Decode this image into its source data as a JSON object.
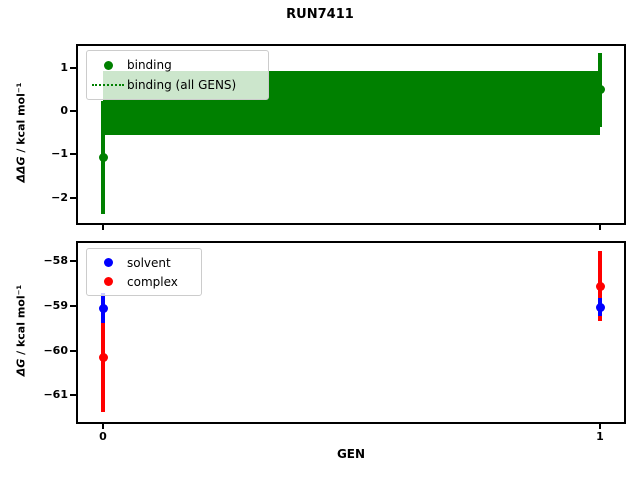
{
  "title": "RUN7411",
  "colors": {
    "binding": "#008000",
    "solvent": "#0000ff",
    "complex": "#ff0000",
    "axes_frame": "#000000",
    "background": "#ffffff"
  },
  "chart_data": [
    {
      "type": "scatter",
      "subplot": "top",
      "ylabel": "ΔΔG / kcal mol⁻¹",
      "ylabel_math": "ΔΔG",
      "ylabel_rest": " / kcal mol⁻¹",
      "x": [
        0,
        1
      ],
      "series": [
        {
          "name": "binding",
          "color": "#008000",
          "marker": "circle",
          "values": [
            -1.08,
            0.5
          ],
          "errors": [
            1.3,
            0.85
          ]
        },
        {
          "name": "binding (all GENS)",
          "color": "#008000",
          "style": "dotted-line-with-band",
          "band_low": -0.55,
          "band_high": 0.93
        }
      ],
      "ylim": [
        -2.6,
        1.5
      ],
      "yticks": [
        1,
        0,
        -1,
        -2
      ],
      "ytick_labels": [
        "1",
        "0",
        "−1",
        "−2"
      ],
      "xticks": [
        0,
        1
      ],
      "xtick_labels": [],
      "legend": {
        "position": "upper left",
        "entries": [
          "binding",
          "binding (all GENS)"
        ]
      },
      "grid": false
    },
    {
      "type": "scatter",
      "subplot": "bottom",
      "ylabel": "ΔG / kcal mol⁻¹",
      "ylabel_math": "ΔG",
      "ylabel_rest": " / kcal mol⁻¹",
      "xlabel": "GEN",
      "x": [
        0,
        1
      ],
      "series": [
        {
          "name": "solvent",
          "color": "#0000ff",
          "marker": "circle",
          "values": [
            -59.05,
            -59.03
          ],
          "errors": [
            0.33,
            0.2
          ]
        },
        {
          "name": "complex",
          "color": "#ff0000",
          "marker": "circle",
          "values": [
            -60.14,
            -58.56
          ],
          "errors": [
            1.23,
            0.78
          ]
        }
      ],
      "ylim": [
        -61.6,
        -57.6
      ],
      "yticks": [
        -58,
        -59,
        -60,
        -61
      ],
      "ytick_labels": [
        "−58",
        "−59",
        "−60",
        "−61"
      ],
      "xticks": [
        0,
        1
      ],
      "xtick_labels": [
        "0",
        "1"
      ],
      "legend": {
        "position": "upper left",
        "entries": [
          "solvent",
          "complex"
        ]
      },
      "grid": false
    }
  ]
}
